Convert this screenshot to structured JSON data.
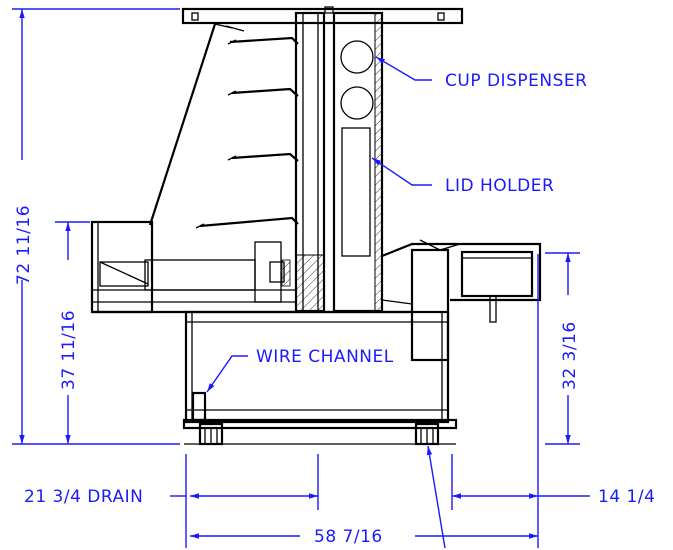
{
  "labels": {
    "cup_dispenser": "CUP DISPENSER",
    "lid_holder": "LID HOLDER",
    "wire_channel": "WIRE CHANNEL"
  },
  "dimensions": {
    "overall_height": "72 11/16",
    "counter_height": "37 11/16",
    "right_height": "32 3/16",
    "drain": "21 3/4 DRAIN",
    "right_offset": "14 1/4",
    "overall_width": "58 7/16"
  },
  "colors": {
    "drawing": "#000000",
    "dimension": "#1a1aff",
    "background": "#ffffff"
  }
}
